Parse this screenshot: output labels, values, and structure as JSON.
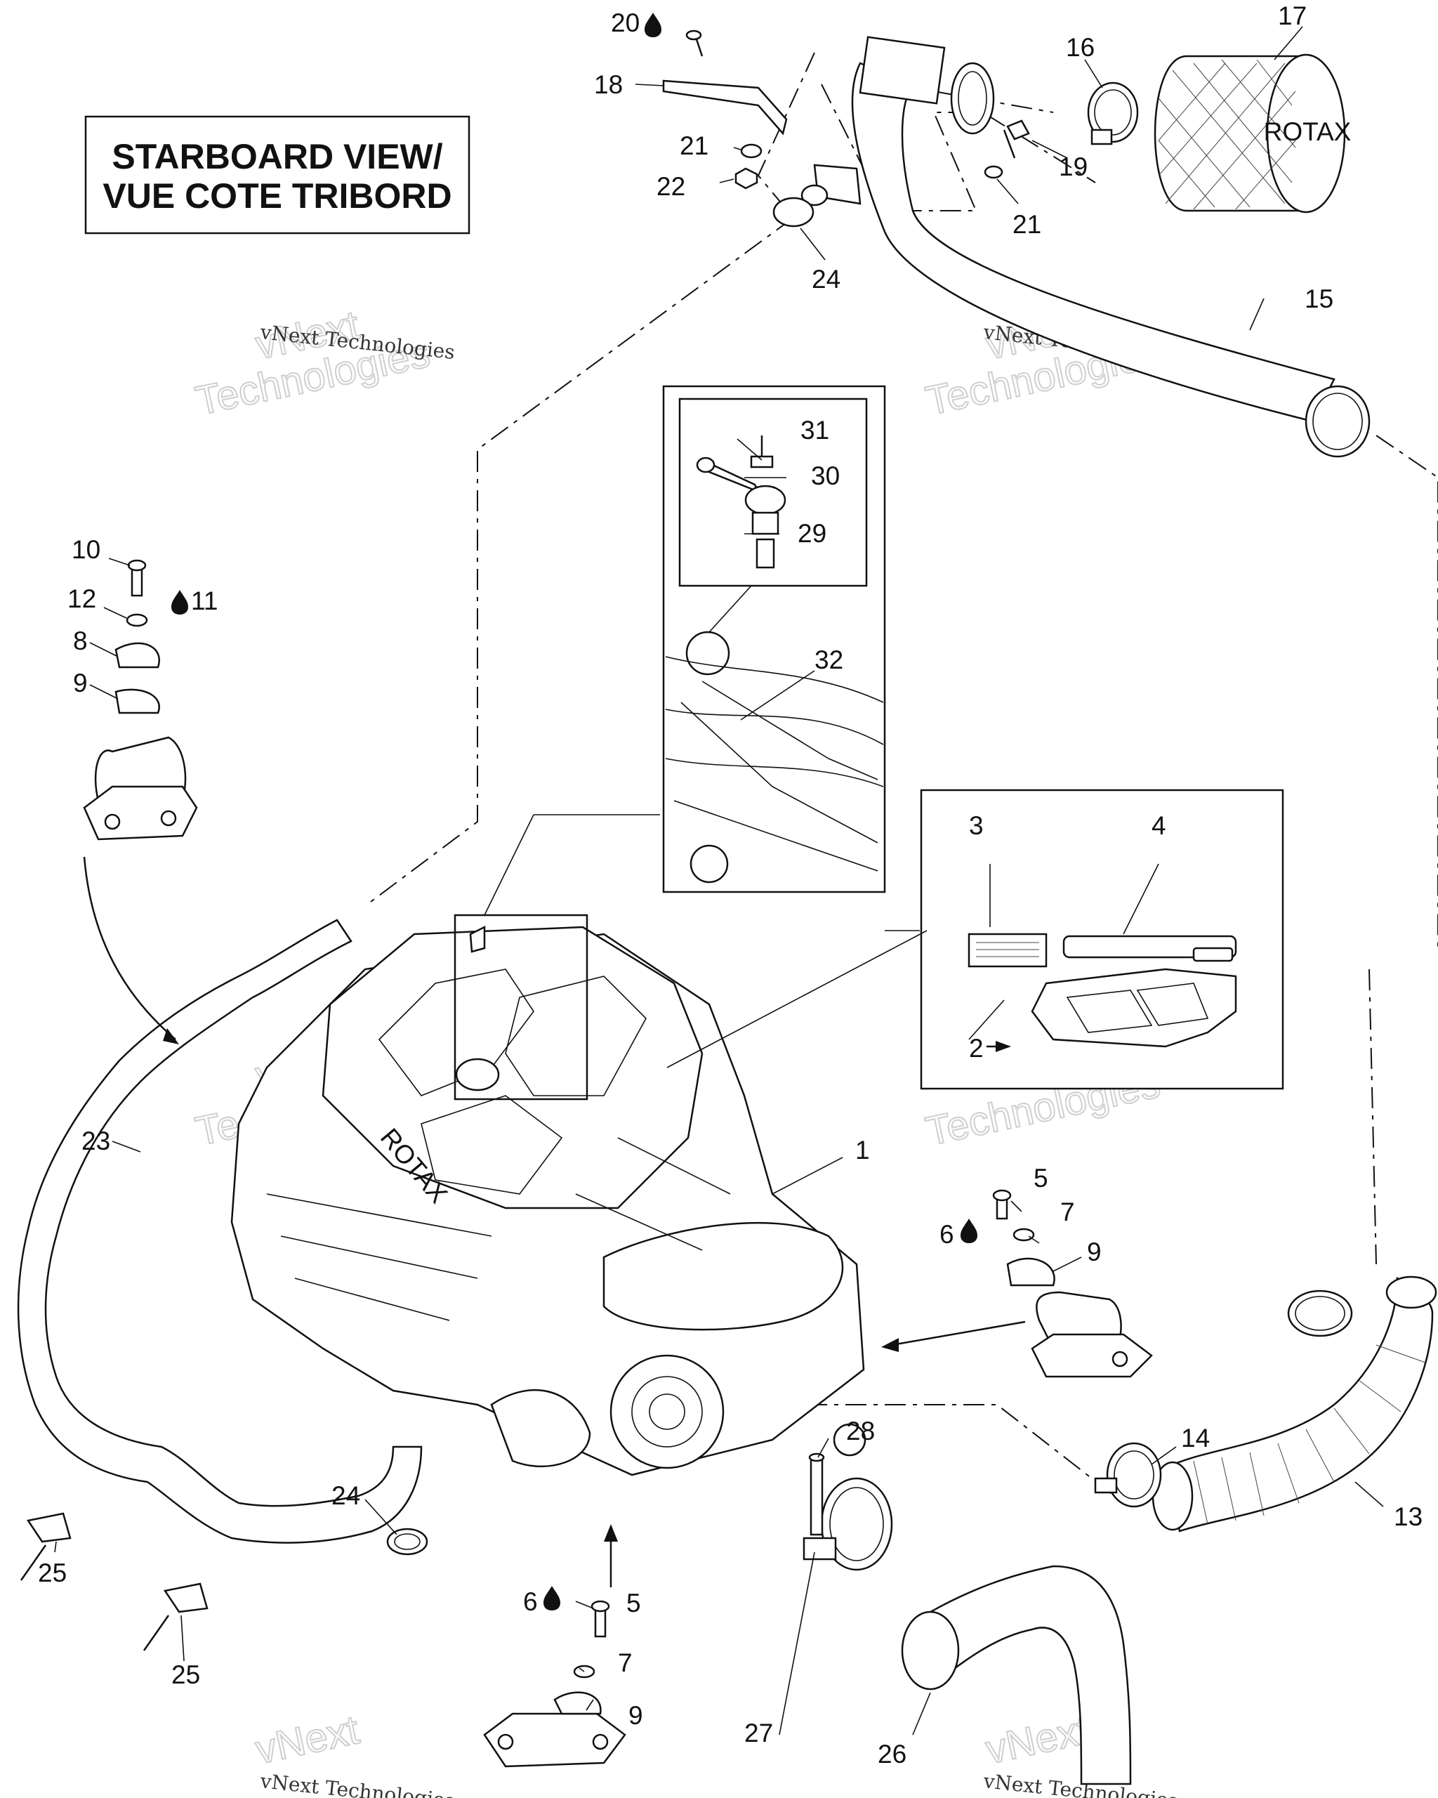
{
  "title_box": {
    "line1": "STARBOARD VIEW/",
    "line2": "VUE COTE TRIBORD"
  },
  "watermark": {
    "brand": "vNext Technologies",
    "big_top": "vNext",
    "big_bottom": "Technologies"
  },
  "brand_text": {
    "filter": "ROTAX",
    "engine": "ROTAX"
  },
  "callouts": [
    {
      "id": "c1",
      "text": "1"
    },
    {
      "id": "c2",
      "text": "2"
    },
    {
      "id": "c3",
      "text": "3"
    },
    {
      "id": "c4",
      "text": "4"
    },
    {
      "id": "c5a",
      "text": "5"
    },
    {
      "id": "c5b",
      "text": "5"
    },
    {
      "id": "c6a",
      "text": "6"
    },
    {
      "id": "c6b",
      "text": "6"
    },
    {
      "id": "c7a",
      "text": "7"
    },
    {
      "id": "c7b",
      "text": "7"
    },
    {
      "id": "c8",
      "text": "8"
    },
    {
      "id": "c9a",
      "text": "9"
    },
    {
      "id": "c9b",
      "text": "9"
    },
    {
      "id": "c9c",
      "text": "9"
    },
    {
      "id": "c10",
      "text": "10"
    },
    {
      "id": "c11",
      "text": "11"
    },
    {
      "id": "c12",
      "text": "12"
    },
    {
      "id": "c13",
      "text": "13"
    },
    {
      "id": "c14",
      "text": "14"
    },
    {
      "id": "c15",
      "text": "15"
    },
    {
      "id": "c16",
      "text": "16"
    },
    {
      "id": "c17",
      "text": "17"
    },
    {
      "id": "c18",
      "text": "18"
    },
    {
      "id": "c19",
      "text": "19"
    },
    {
      "id": "c20",
      "text": "20"
    },
    {
      "id": "c21a",
      "text": "21"
    },
    {
      "id": "c21b",
      "text": "21"
    },
    {
      "id": "c22",
      "text": "22"
    },
    {
      "id": "c23",
      "text": "23"
    },
    {
      "id": "c24a",
      "text": "24"
    },
    {
      "id": "c24b",
      "text": "24"
    },
    {
      "id": "c25a",
      "text": "25"
    },
    {
      "id": "c25b",
      "text": "25"
    },
    {
      "id": "c26",
      "text": "26"
    },
    {
      "id": "c27",
      "text": "27"
    },
    {
      "id": "c28",
      "text": "28"
    },
    {
      "id": "c29",
      "text": "29"
    },
    {
      "id": "c30",
      "text": "30"
    },
    {
      "id": "c31",
      "text": "31"
    },
    {
      "id": "c32",
      "text": "32"
    }
  ],
  "icons": {
    "drop": "thread-locker-drop-icon"
  }
}
